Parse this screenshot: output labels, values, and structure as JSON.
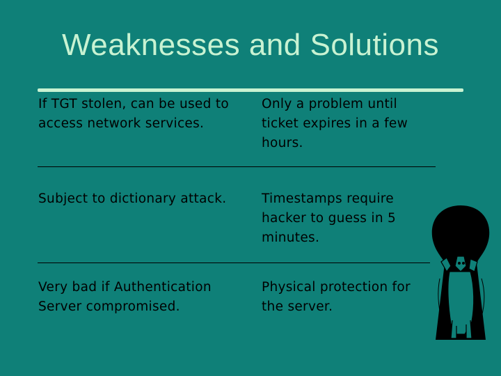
{
  "slide": {
    "title": "Weaknesses and Solutions"
  },
  "table": {
    "rows": [
      {
        "weakness": "If TGT stolen, can be used to access network services.",
        "solution": "Only a problem until ticket expires in a few hours."
      },
      {
        "weakness": "Subject to dictionary attack.",
        "solution": "Timestamps require hacker to guess in 5 minutes."
      },
      {
        "weakness": "Very bad if Authentication Server compromised.",
        "solution": "Physical protection for the server."
      }
    ]
  },
  "colors": {
    "background": "#0f8078",
    "title": "#c8f2d2",
    "text": "#000000"
  },
  "illustration": {
    "icon": "keyhole-cerberus-icon"
  }
}
